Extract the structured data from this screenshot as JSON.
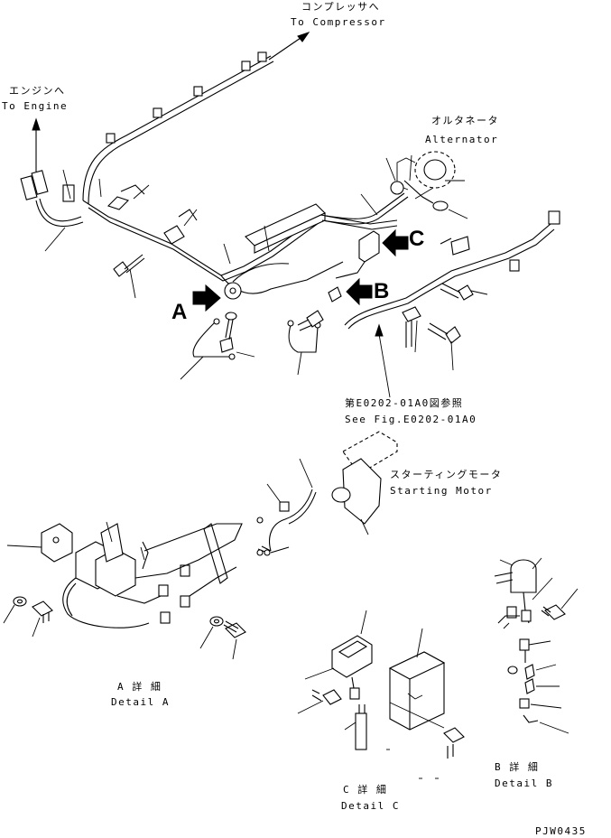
{
  "labels": {
    "compressor_jp": "コンプレッサへ",
    "compressor_en": "To Compressor",
    "engine_jp": "エンジンへ",
    "engine_en": "To Engine",
    "alternator_jp": "オルタネータ",
    "alternator_en": "Alternator",
    "starting_motor_jp": "スターティングモータ",
    "starting_motor_en": "Starting Motor",
    "see_fig_jp": "第E0202-01A0図参照",
    "see_fig_en": "See Fig.E0202-01A0",
    "detail_a_jp": "A 詳 細",
    "detail_a_en": "Detail A",
    "detail_b_jp": "B 詳 細",
    "detail_b_en": "Detail B",
    "detail_c_jp": "C 詳 細",
    "detail_c_en": "Detail C",
    "callout_a": "A",
    "callout_b": "B",
    "callout_c": "C",
    "figure_code": "PJW0435"
  }
}
